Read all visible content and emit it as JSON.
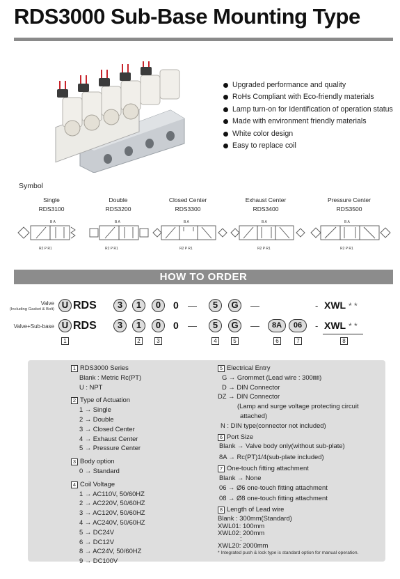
{
  "title": "RDS3000 Sub-Base Mounting Type",
  "features": [
    "Upgraded performance and quality",
    "RoHs Compliant with Eco-friendly materials",
    "Lamp turn-on for Identification of operation status",
    "Made with environment friendly materials",
    "White color design",
    "Easy to replace coil"
  ],
  "symbol": {
    "heading": "Symbol",
    "items": [
      {
        "name": "Single",
        "model": "RDS3100"
      },
      {
        "name": "Double",
        "model": "RDS3200"
      },
      {
        "name": "Closed Center",
        "model": "RDS3300"
      },
      {
        "name": "Exhaust Center",
        "model": "RDS3400"
      },
      {
        "name": "Pressure Center",
        "model": "RDS3500"
      }
    ],
    "port_top": "B A",
    "port_bottom": "R2 P R1"
  },
  "how_to_order": "HOW TO ORDER",
  "order": {
    "row1_label_line1": "Valve",
    "row1_label_line2": "(Including Gasket & Bolt)",
    "row2_label": "Valve+Sub-base",
    "c_u": "U",
    "c_rds": "RDS",
    "c_3": "3",
    "c_1": "1",
    "c_0": "0",
    "c_plain0": "0",
    "c_5": "5",
    "c_g": "G",
    "c_8a": "8A",
    "c_06": "06",
    "xwl": "XWL",
    "stars": "* *",
    "dash": "—",
    "dash_short": "-",
    "n1": "1",
    "n2": "2",
    "n3": "3",
    "n4": "4",
    "n5": "5",
    "n6": "6",
    "n7": "7",
    "n8": "8"
  },
  "spec": {
    "s1": {
      "num": "1",
      "title": "RDS3000 Series",
      "items": [
        "Blank : Metric Rc(PT)",
        "U : NPT"
      ]
    },
    "s2": {
      "num": "2",
      "title": "Type of Actuation",
      "items": [
        "1 → Single",
        "2 → Double",
        "3 → Closed Center",
        "4 → Exhaust Center",
        "5 → Pressure Center"
      ]
    },
    "s3": {
      "num": "3",
      "title": "Body option",
      "items": [
        "0 → Standard"
      ]
    },
    "s4": {
      "num": "4",
      "title": "Coil Voltage",
      "items": [
        "1 → AC110V, 50/60HZ",
        "2 → AC220V, 50/60HZ",
        "3 → AC120V, 50/60HZ",
        "4 → AC240V, 50/60HZ",
        "5 → DC24V",
        "6 → DC12V",
        "8 → AC24V, 50/60HZ",
        "9 → DC100V"
      ]
    },
    "s5": {
      "num": "5",
      "title": "Electrical Entry",
      "items": [
        "G → Grommet (Lead wire : 300㎜)",
        "D → DIN Connector",
        "DZ → DIN Connector",
        "(Lamp and surge voltage protecting circuit",
        "attached)",
        "N : DIN type(connector not included)"
      ]
    },
    "s6": {
      "num": "6",
      "title": "Port Size",
      "items": [
        "Blank → Valve body only(without sub-plate)",
        "8A → Rc(PT)1/4(sub-plate included)"
      ]
    },
    "s7": {
      "num": "7",
      "title": "One-touch fitting attachment",
      "items": [
        "Blank → None",
        "06 → Ø6 one-touch fitting attachment",
        "08 → Ø8 one-touch fitting attachment"
      ]
    },
    "s8": {
      "num": "8",
      "title": "Length of Lead wire",
      "items": [
        "Blank : 300mm(Standard)",
        "XWL01: 100mm",
        "XWL02: 200mm",
        ":",
        "XWL20: 2000mm"
      ]
    },
    "note": "* Integrated push & lock type is standard option for manual operation."
  }
}
